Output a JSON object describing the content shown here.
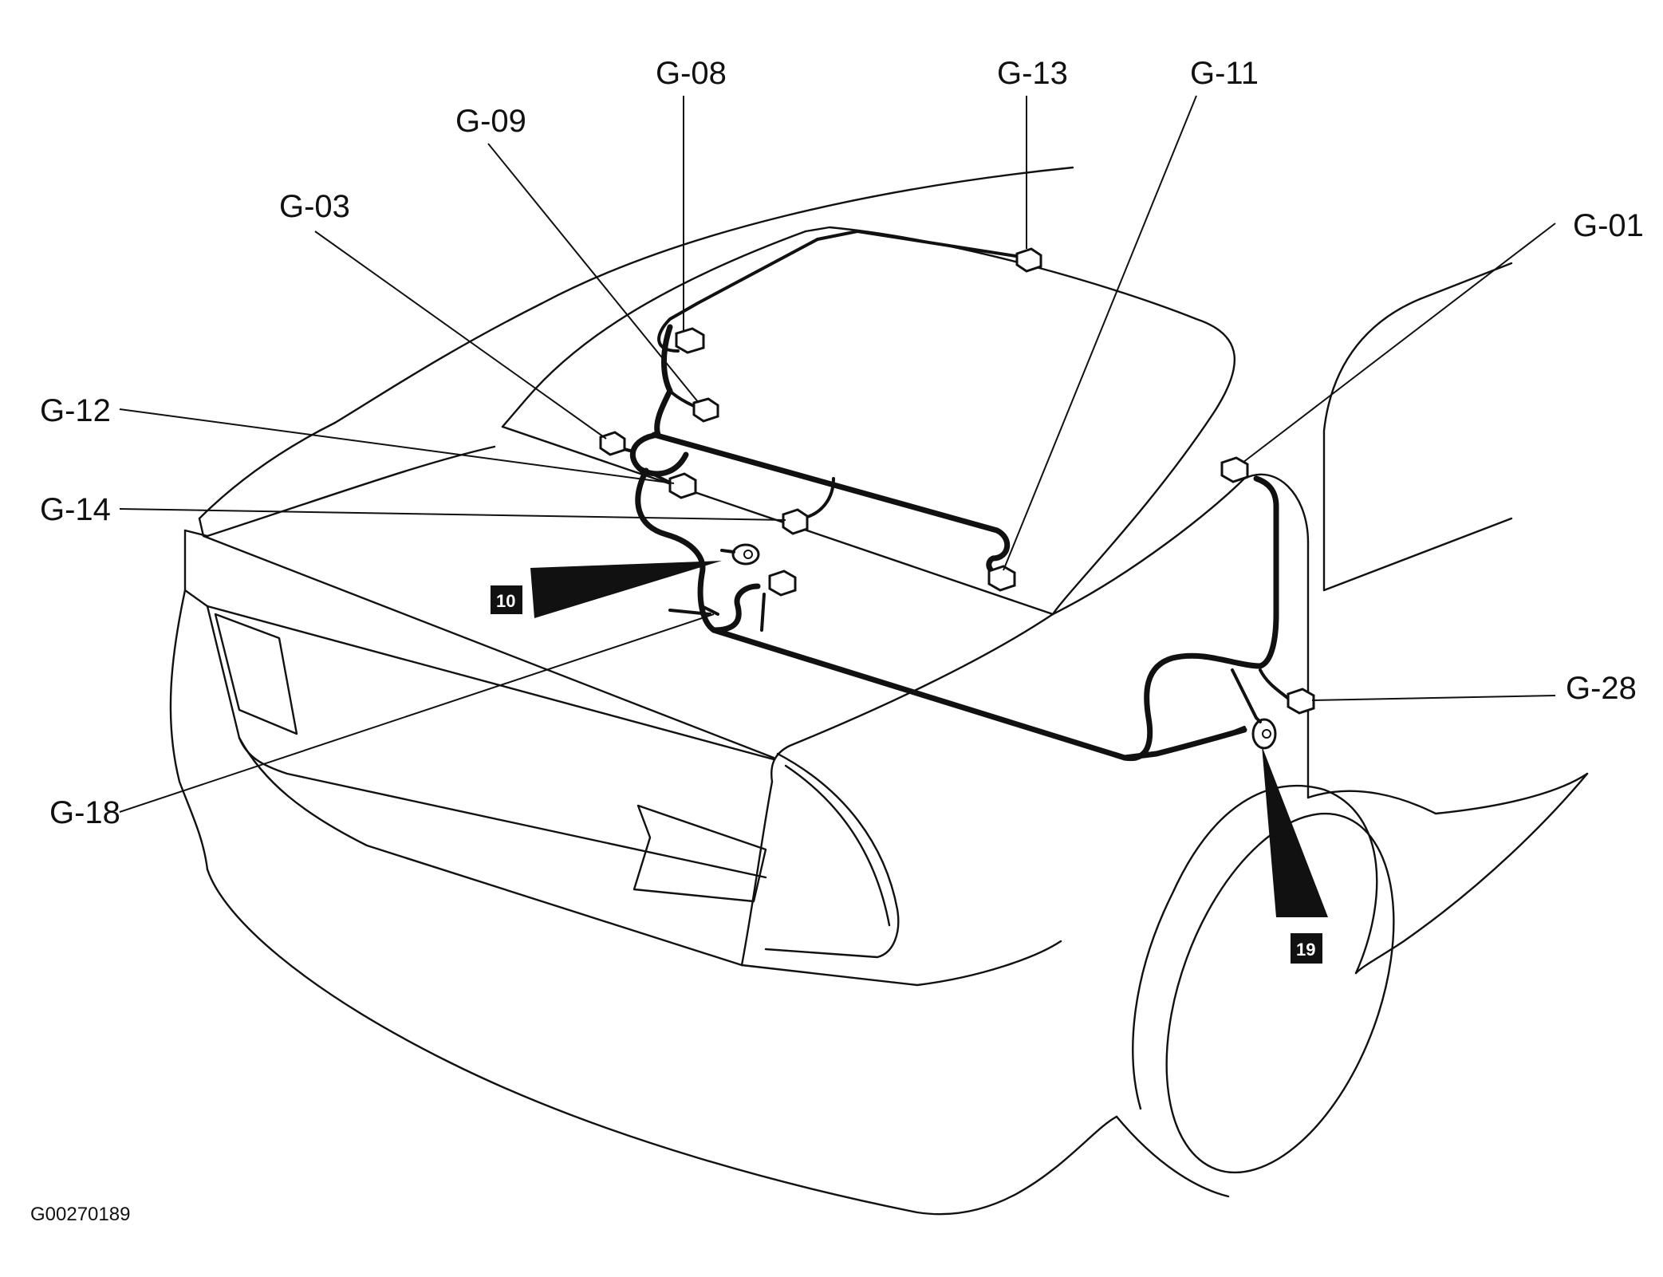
{
  "connectors": [
    {
      "id": "G-01"
    },
    {
      "id": "G-03"
    },
    {
      "id": "G-08"
    },
    {
      "id": "G-09"
    },
    {
      "id": "G-11"
    },
    {
      "id": "G-12"
    },
    {
      "id": "G-13"
    },
    {
      "id": "G-14"
    },
    {
      "id": "G-18"
    },
    {
      "id": "G-28"
    }
  ],
  "ground_points": [
    {
      "number": "10"
    },
    {
      "number": "19"
    }
  ],
  "figure_id": "G00270189"
}
